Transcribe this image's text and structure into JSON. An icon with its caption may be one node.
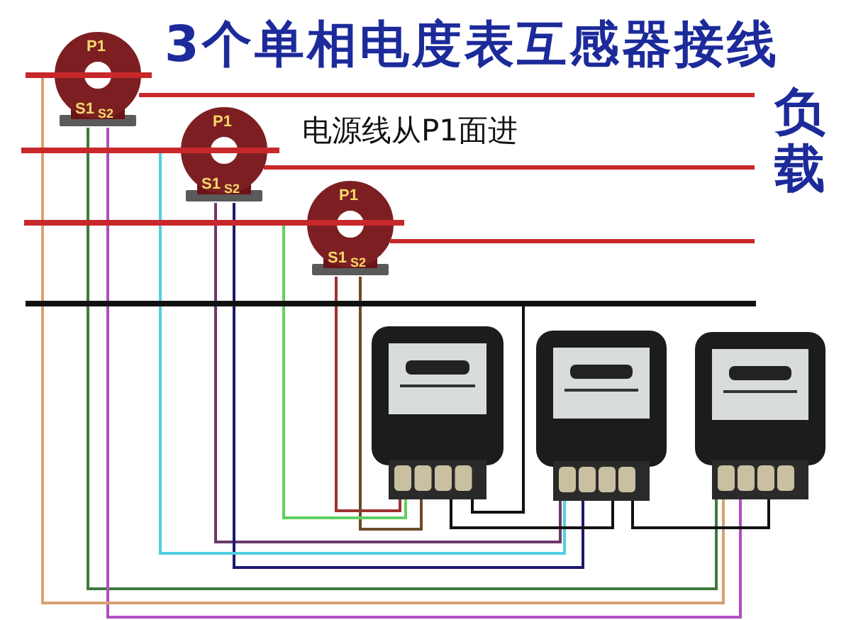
{
  "diagram": {
    "title": "3个单相电度表互感器接线",
    "nodes": [
      {
        "text": [
          "P1",
          "S1",
          "S2"
        ]
      },
      {
        "text": [
          "P1",
          "S1",
          "S2"
        ]
      },
      {
        "text": [
          "P1",
          "S1",
          "S2"
        ]
      },
      {
        "text": [],
        "shape": "bar"
      },
      {
        "text": [],
        "shape": "bar"
      },
      {
        "text": [],
        "shape": "bar"
      },
      {
        "text": [],
        "shape": "bar"
      },
      {
        "text": [],
        "shape": "picture"
      },
      {
        "text": [],
        "shape": "picture"
      },
      {
        "text": [],
        "shape": "picture"
      }
    ],
    "edges": [
      {
        "from": 0,
        "to": 9,
        "arrow": "none",
        "color": "#3d7a3d"
      },
      {
        "from": 0,
        "to": 9,
        "arrow": "none",
        "color": "#b04fc0"
      },
      {
        "from": 3,
        "to": 9,
        "arrow": "none",
        "color": "#d8a070"
      },
      {
        "from": 1,
        "to": 8,
        "arrow": "none",
        "color": "#6a3a6a"
      },
      {
        "from": 1,
        "to": 8,
        "arrow": "none",
        "color": "#1a1a70"
      },
      {
        "from": 4,
        "to": 8,
        "arrow": "none",
        "color": "#50d0e0"
      },
      {
        "from": 2,
        "to": 7,
        "arrow": "none",
        "color": "#a03030"
      },
      {
        "from": 2,
        "to": 7,
        "arrow": "none",
        "color": "#6a4a2a"
      },
      {
        "from": 5,
        "to": 7,
        "arrow": "none",
        "color": "#60d060"
      },
      {
        "from": 7,
        "to": 6,
        "arrow": "none"
      },
      {
        "from": 7,
        "to": 8,
        "arrow": "none"
      },
      {
        "from": 8,
        "to": 9,
        "arrow": "none"
      }
    ],
    "labels": [
      "电源线从P1面进",
      "负载"
    ]
  }
}
